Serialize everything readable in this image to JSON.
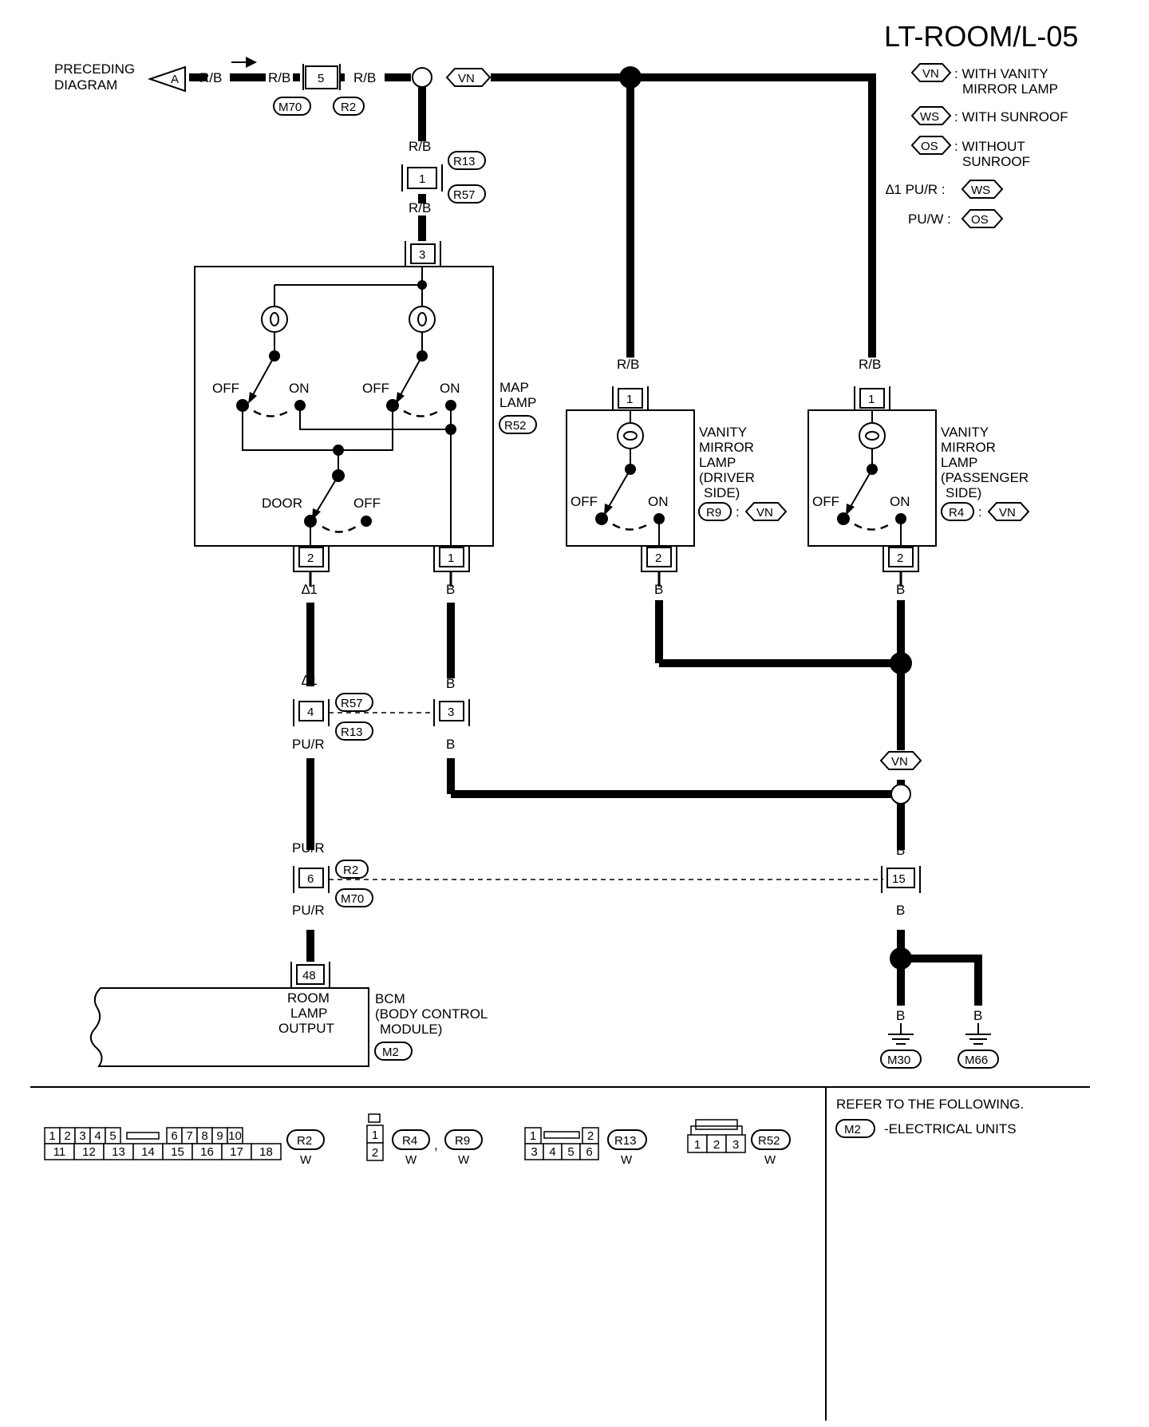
{
  "title": "LT-ROOM/L-05",
  "preceding": {
    "line1": "PRECEDING",
    "line2": "DIAGRAM",
    "ref": "A"
  },
  "legend": {
    "vn_code": "VN",
    "vn_l1": ": WITH VANITY",
    "vn_l2": "MIRROR LAMP",
    "ws_code": "WS",
    "ws_text": ": WITH SUNROOF",
    "os_code": "OS",
    "os_l1": ": WITHOUT",
    "os_l2": "SUNROOF",
    "star_purr": "∆1 PU/R :",
    "star_ws": "WS",
    "puw": "PU/W :",
    "star_os": "OS"
  },
  "wires": {
    "rb": "R/B",
    "b": "B",
    "pur": "PU/R",
    "star1": "∆1",
    "vn": "VN"
  },
  "connectors": {
    "m70": "M70",
    "r2": "R2",
    "r13": "R13",
    "r57": "R57",
    "r52": "R52",
    "r9": "R9",
    "r4": "R4",
    "m2": "M2",
    "m30": "M30",
    "m66": "M66"
  },
  "pins": {
    "p5": "5",
    "p1": "1",
    "p3": "3",
    "p2": "2",
    "p4": "4",
    "p6": "6",
    "p15": "15",
    "p48": "48"
  },
  "map_lamp": {
    "name_l1": "MAP",
    "name_l2": "LAMP",
    "off": "OFF",
    "on": "ON",
    "door": "DOOR"
  },
  "vanity_driver": {
    "l1": "VANITY",
    "l2": "MIRROR",
    "l3": "LAMP",
    "l4": "(DRIVER",
    "l5": "SIDE)",
    "sep": ":"
  },
  "vanity_passenger": {
    "l1": "VANITY",
    "l2": "MIRROR",
    "l3": "LAMP",
    "l4": "(PASSENGER",
    "l5": "SIDE)",
    "sep": ":"
  },
  "bcm": {
    "term_l1": "ROOM",
    "term_l2": "LAMP",
    "term_l3": "OUTPUT",
    "name_l1": "BCM",
    "name_l2": "(BODY CONTROL",
    "name_l3": "MODULE)"
  },
  "connector_views": {
    "r2_row1": [
      "1",
      "2",
      "3",
      "4",
      "5",
      "6",
      "7",
      "8",
      "9",
      "10"
    ],
    "r2_row2": [
      "11",
      "12",
      "13",
      "14",
      "15",
      "16",
      "17",
      "18"
    ],
    "r4_pins": [
      "1",
      "2"
    ],
    "r13_row1": [
      "1",
      "2"
    ],
    "r13_row2": [
      "3",
      "4",
      "5",
      "6"
    ],
    "r52_pins": [
      "1",
      "2",
      "3"
    ],
    "color_w": "W",
    "comma": ","
  },
  "refer": {
    "heading": "REFER TO THE FOLLOWING.",
    "ref": "M2",
    "text": "-ELECTRICAL UNITS"
  }
}
